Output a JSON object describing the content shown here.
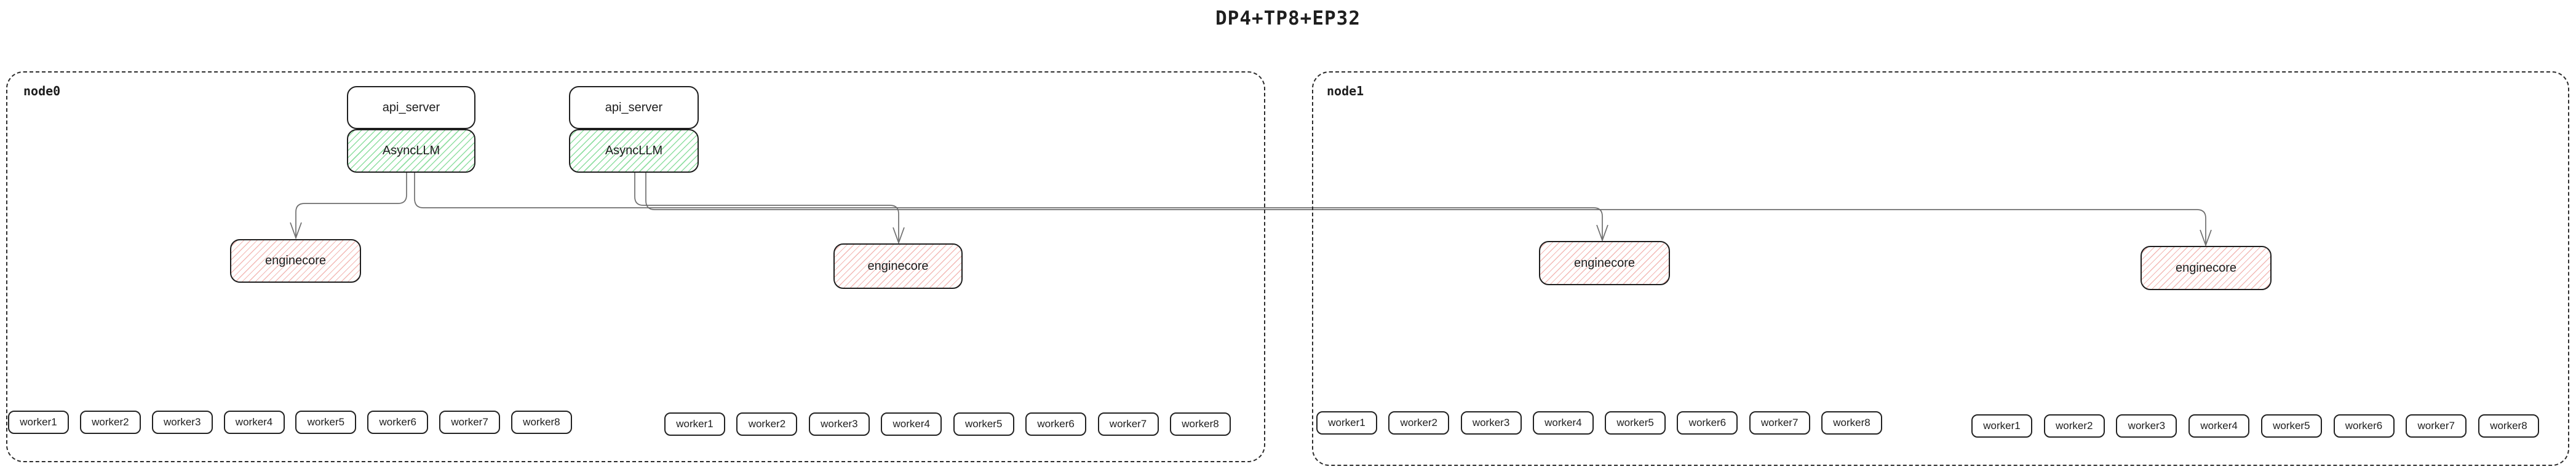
{
  "title": "DP4+TP8+EP32",
  "nodes": [
    {
      "label": "node0"
    },
    {
      "label": "node1"
    }
  ],
  "stacks": [
    {
      "api_server": "api_server",
      "async_llm": "AsyncLLM"
    },
    {
      "api_server": "api_server",
      "async_llm": "AsyncLLM"
    }
  ],
  "enginecores": [
    {
      "label": "enginecore"
    },
    {
      "label": "enginecore"
    },
    {
      "label": "enginecore"
    },
    {
      "label": "enginecore"
    }
  ],
  "worker_groups": [
    {
      "workers": [
        "worker1",
        "worker2",
        "worker3",
        "worker4",
        "worker5",
        "worker6",
        "worker7",
        "worker8"
      ]
    },
    {
      "workers": [
        "worker1",
        "worker2",
        "worker3",
        "worker4",
        "worker5",
        "worker6",
        "worker7",
        "worker8"
      ]
    },
    {
      "workers": [
        "worker1",
        "worker2",
        "worker3",
        "worker4",
        "worker5",
        "worker6",
        "worker7",
        "worker8"
      ]
    },
    {
      "workers": [
        "worker1",
        "worker2",
        "worker3",
        "worker4",
        "worker5",
        "worker6",
        "worker7",
        "worker8"
      ]
    }
  ],
  "colors": {
    "box_border": "#1e1e1e",
    "node_border": "#2d2d2d",
    "connector": "#6e6e6e",
    "green_hatch": "#90dfa2",
    "red_hatch": "#f3b9b5",
    "text": "#1e1e1e",
    "background": "#ffffff"
  }
}
